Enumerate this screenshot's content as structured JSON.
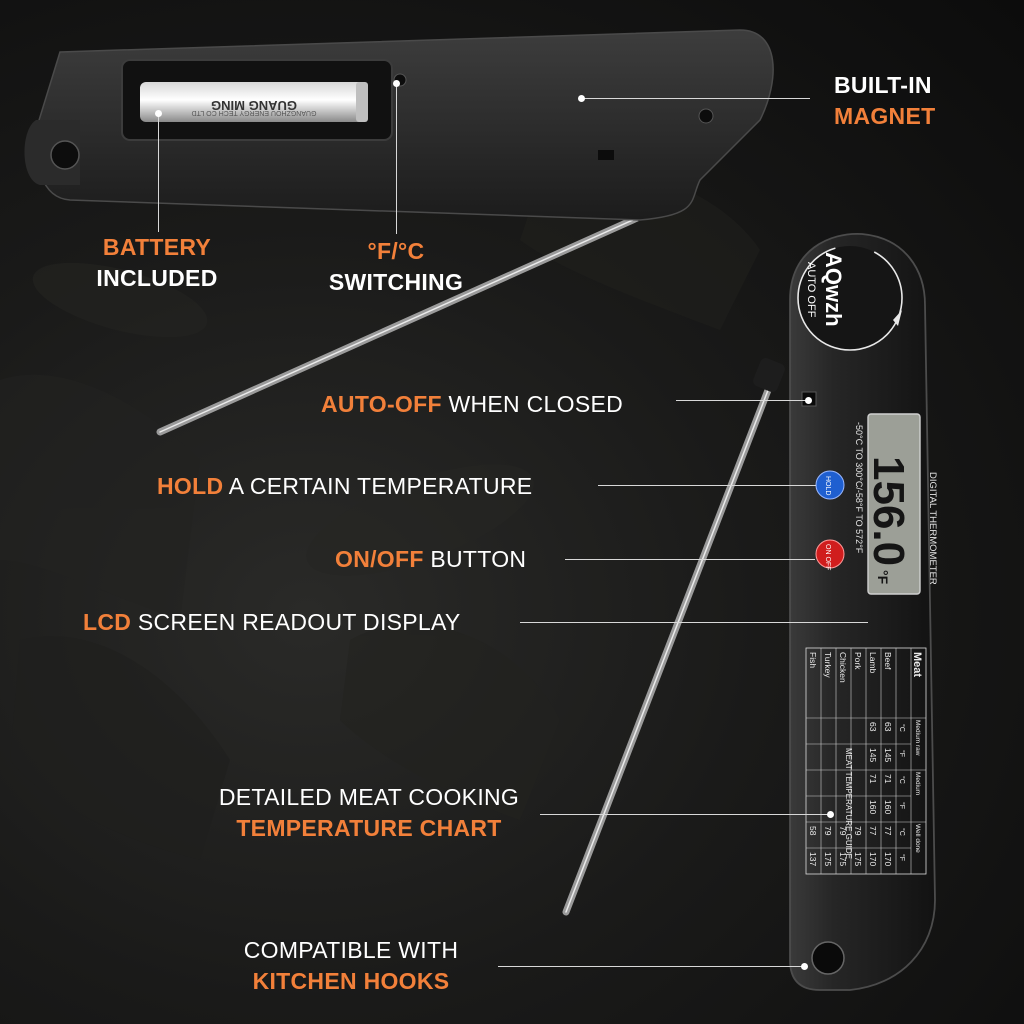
{
  "callouts": {
    "magnet": {
      "line1": "BUILT-IN",
      "line2": "MAGNET"
    },
    "battery": {
      "line1": "BATTERY",
      "line2": "INCLUDED"
    },
    "switching": {
      "line1": "°F/°C",
      "line2": "SWITCHING"
    },
    "auto_off": {
      "highlight": "AUTO-OFF",
      "text": " WHEN CLOSED"
    },
    "hold": {
      "highlight": "HOLD",
      "text": " A CERTAIN TEMPERATURE"
    },
    "onoff": {
      "highlight": "ON/OFF",
      "text": " BUTTON"
    },
    "lcd": {
      "highlight": "LCD",
      "text": " SCREEN READOUT DISPLAY"
    },
    "chart": {
      "line1": "DETAILED MEAT COOKING",
      "line2": "TEMPERATURE CHART"
    },
    "hooks": {
      "line1": "COMPATIBLE WITH",
      "line2": "KITCHEN HOOKS"
    }
  },
  "device": {
    "brand": "AQwzh",
    "auto_off_label": "AUTO OFF",
    "model_label": "DIGITAL THERMOMETER",
    "range_label": "-50°C TO 300°C/-58°F TO 572°F",
    "lcd_reading": "156.0",
    "lcd_unit": "°F",
    "hold_button": "HOLD",
    "onoff_button": "ON OFF",
    "battery_brand": "GUANG MING",
    "battery_maker": "GUANGZHOU ENERGY TECH CO LTD"
  },
  "temperature_table": {
    "guide_title": "MEAT TEMPERATURE GUIDE",
    "header": [
      "Meat",
      "Medium raw",
      "Medium",
      "Well done"
    ],
    "units": [
      "°C",
      "°F",
      "°C",
      "°F",
      "°C",
      "°F"
    ],
    "rows": [
      {
        "meat": "Beef",
        "values": [
          "63",
          "145",
          "71",
          "160",
          "77",
          "170"
        ]
      },
      {
        "meat": "Lamb",
        "values": [
          "63",
          "145",
          "71",
          "160",
          "77",
          "170"
        ]
      },
      {
        "meat": "Pork",
        "values": [
          "",
          "",
          "",
          "",
          "79",
          "175"
        ]
      },
      {
        "meat": "Chicken",
        "values": [
          "",
          "",
          "",
          "",
          "79",
          "175"
        ]
      },
      {
        "meat": "Turkey",
        "values": [
          "",
          "",
          "",
          "",
          "79",
          "175"
        ]
      },
      {
        "meat": "Fish",
        "values": [
          "",
          "",
          "",
          "",
          "58",
          "137"
        ]
      }
    ]
  }
}
